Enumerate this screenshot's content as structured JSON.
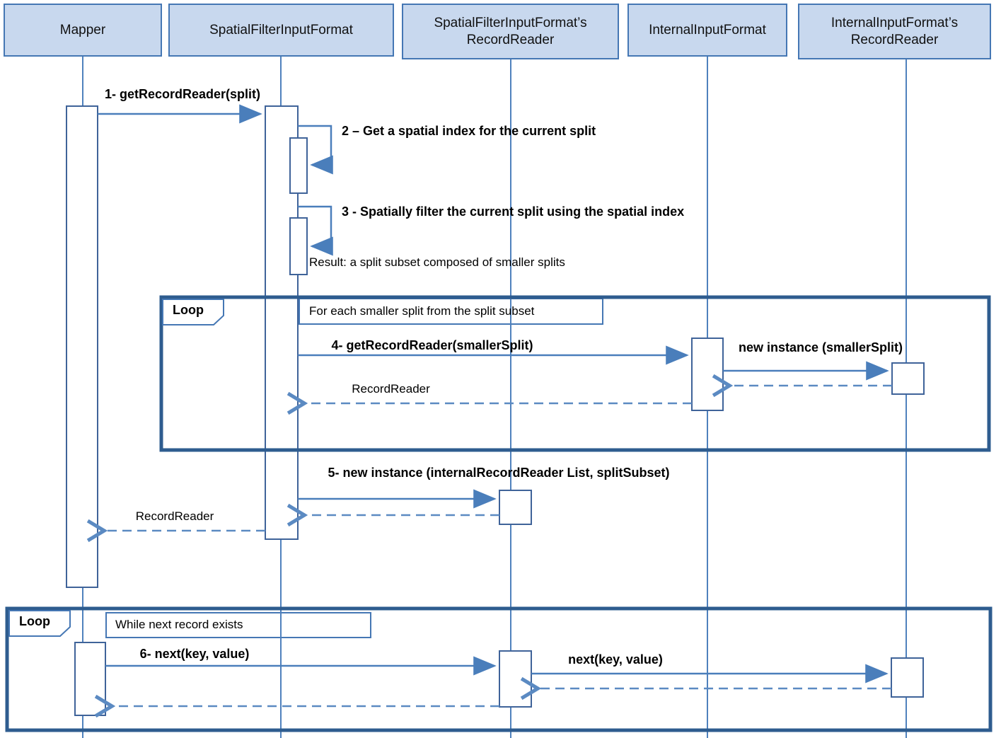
{
  "participants": [
    {
      "label": "Mapper"
    },
    {
      "label": "SpatialFilterInputFormat"
    },
    {
      "label": "SpatialFilterInputFormat’s RecordReader"
    },
    {
      "label": "InternalInputFormat"
    },
    {
      "label": "InternalInputFormat’s RecordReader"
    }
  ],
  "loop1": {
    "label": "Loop",
    "condition": "For each smaller split from the split subset"
  },
  "loop2": {
    "label": "Loop",
    "condition": "While next record exists"
  },
  "messages": {
    "m1": "1- getRecordReader(split)",
    "m2": "2 – Get a spatial index for the current split",
    "m3": "3 - Spatially filter the current split using the spatial index",
    "result3": "Result: a split subset composed of smaller splits",
    "m4": "4- getRecordReader(smallerSplit)",
    "new_instance": "new instance (smallerSplit)",
    "return4": "RecordReader",
    "m5": "5- new instance (internalRecordReader List, splitSubset)",
    "return5": "RecordReader",
    "m6": "6- next(key, value)",
    "forward6": "next(key, value)"
  },
  "colors": {
    "participant_fill": "#c8d8ee",
    "participant_border": "#4577b4",
    "lifeline_blue": "#4f81bd",
    "solid_arrow_blue": "#4a7ebb",
    "dashed_arrow_blue": "#5b8ac2",
    "loop_frame_blue": "#2e5c8f",
    "activation_border": "#3f6399",
    "text_color": "#000000"
  }
}
